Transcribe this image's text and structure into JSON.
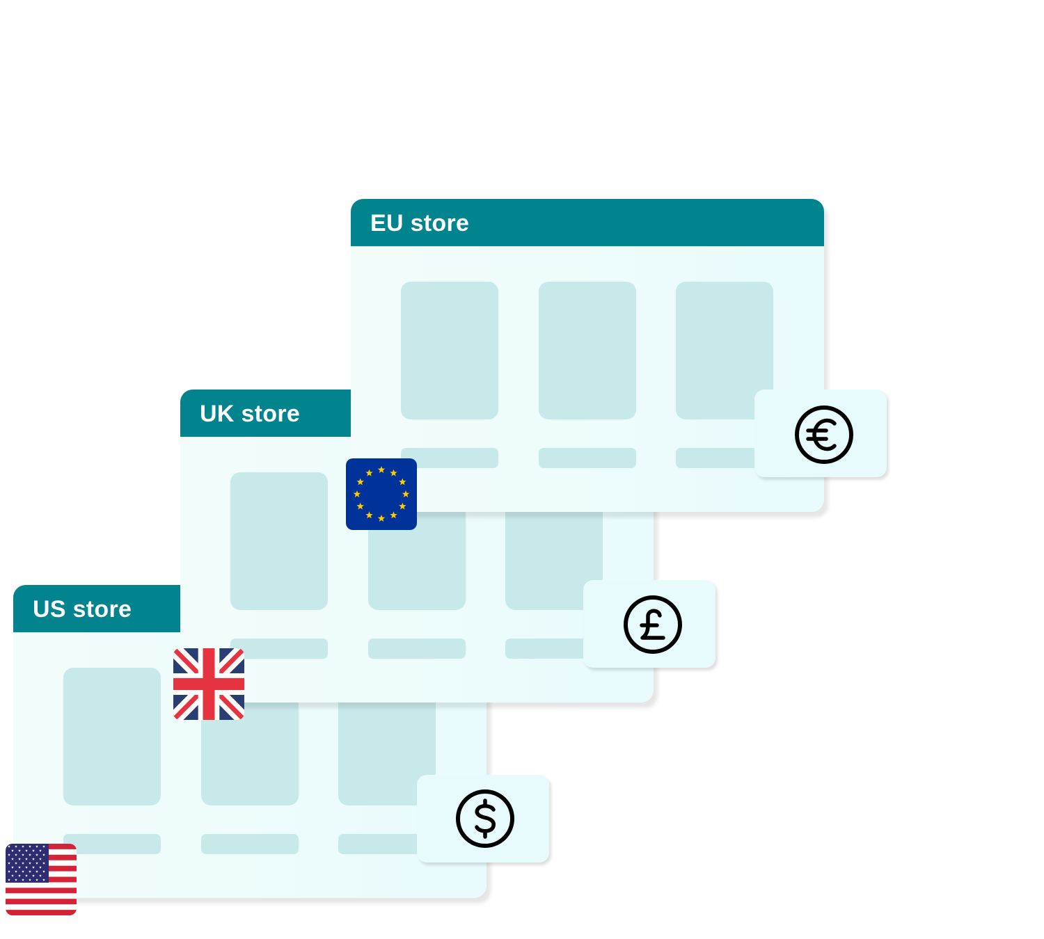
{
  "stores": [
    {
      "id": "us",
      "title": "US store",
      "currency_icon": "dollar-circle-icon",
      "flag_icon": "us-flag-icon"
    },
    {
      "id": "uk",
      "title": "UK store",
      "currency_icon": "pound-circle-icon",
      "flag_icon": "uk-flag-icon"
    },
    {
      "id": "eu",
      "title": "EU store",
      "currency_icon": "euro-circle-icon",
      "flag_icon": "eu-flag-icon"
    }
  ],
  "colors": {
    "header": "#02848e",
    "panel": "#eefcfb",
    "placeholder": "#c8e9ea",
    "eu_blue": "#003399",
    "eu_star": "#ffcc00",
    "uk_blue": "#283d72",
    "uk_red": "#e5343f",
    "us_red": "#d42336"
  }
}
